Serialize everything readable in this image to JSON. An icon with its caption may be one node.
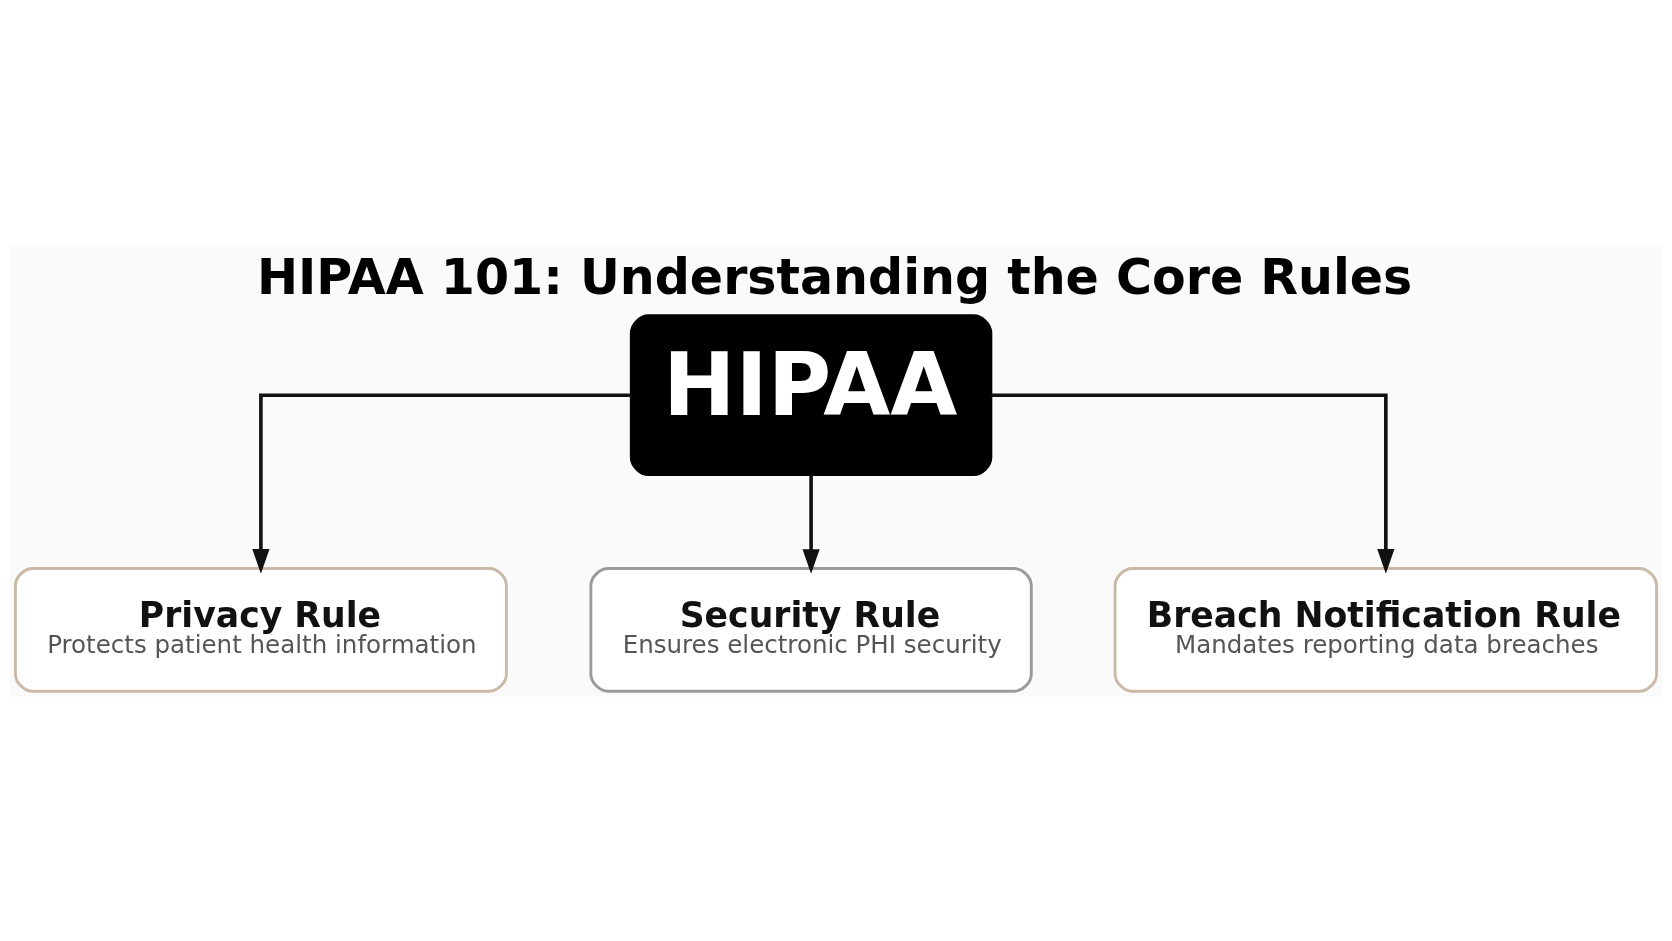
{
  "diagram": {
    "title": "HIPAA 101: Understanding the Core Rules",
    "nodes": [
      {
        "text": [
          "HIPAA"
        ]
      },
      {
        "text": [
          "Privacy Rule",
          "Protects patient health information"
        ]
      },
      {
        "text": [
          "Security Rule",
          "Ensures electronic PHI security"
        ]
      },
      {
        "text": [
          "Breach Notification Rule",
          "Mandates reporting data breaches"
        ]
      }
    ],
    "edges": [
      {
        "from": 0,
        "to": 1,
        "arrow": "to"
      },
      {
        "from": 0,
        "to": 2,
        "arrow": "to"
      },
      {
        "from": 0,
        "to": 3,
        "arrow": "to"
      }
    ]
  }
}
